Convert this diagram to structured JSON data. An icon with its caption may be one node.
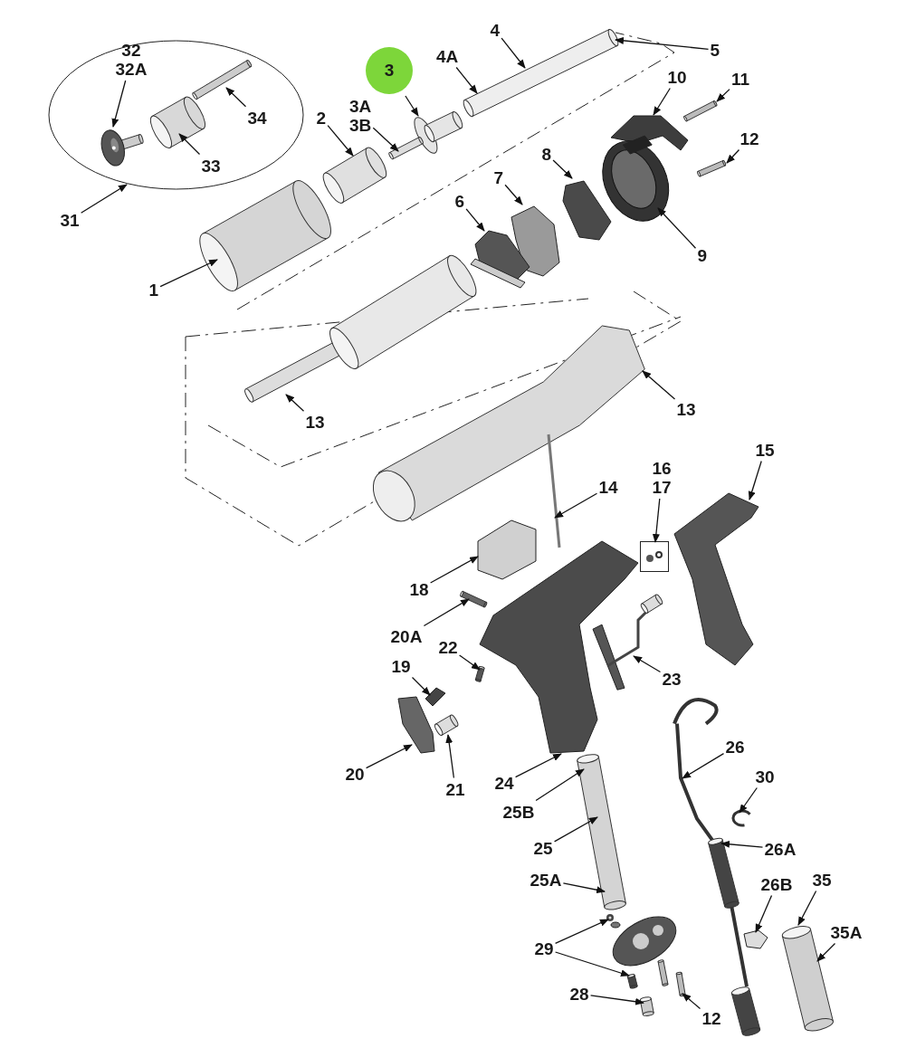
{
  "diagram": {
    "nodes": [
      {
        "text": [],
        "shape": "ellipse"
      },
      {
        "text": [
          "32",
          "32A"
        ],
        "in": 0
      },
      {
        "text": [
          "34"
        ],
        "in": 0
      },
      {
        "text": [
          "33"
        ],
        "in": 0
      },
      {
        "text": [
          "31"
        ]
      },
      {
        "text": [
          "2"
        ]
      },
      {
        "text": [
          "3"
        ]
      },
      {
        "text": [
          "3A",
          "3B"
        ]
      },
      {
        "text": [
          "4A"
        ]
      },
      {
        "text": [
          "4"
        ]
      },
      {
        "text": [
          "5"
        ]
      },
      {
        "text": [
          "10"
        ]
      },
      {
        "text": [
          "11"
        ]
      },
      {
        "text": [
          "12"
        ]
      },
      {
        "text": [
          "8"
        ]
      },
      {
        "text": [
          "7"
        ]
      },
      {
        "text": [
          "6"
        ]
      },
      {
        "text": [
          "9"
        ]
      },
      {
        "text": [
          "1"
        ]
      },
      {
        "text": [
          "13"
        ]
      },
      {
        "text": [
          "13"
        ]
      },
      {
        "text": [
          "14"
        ]
      },
      {
        "text": [
          "16",
          "17"
        ]
      },
      {
        "text": [],
        "shape": "box"
      },
      {
        "text": [
          "15"
        ]
      },
      {
        "text": [
          "18"
        ]
      },
      {
        "text": [
          "20A"
        ]
      },
      {
        "text": [
          "22"
        ]
      },
      {
        "text": [
          "19"
        ]
      },
      {
        "text": [
          "23"
        ]
      },
      {
        "text": [
          "20"
        ]
      },
      {
        "text": [
          "21"
        ]
      },
      {
        "text": [
          "24"
        ]
      },
      {
        "text": [
          "26"
        ]
      },
      {
        "text": [
          "25B"
        ]
      },
      {
        "text": [
          "30"
        ]
      },
      {
        "text": [
          "25"
        ]
      },
      {
        "text": [
          "26A"
        ]
      },
      {
        "text": [
          "25A"
        ]
      },
      {
        "text": [
          "26B"
        ]
      },
      {
        "text": [
          "35"
        ]
      },
      {
        "text": [
          "35A"
        ]
      },
      {
        "text": [
          "29"
        ]
      },
      {
        "text": [
          "28"
        ]
      },
      {
        "text": [
          "12"
        ]
      },
      {
        "text": [],
        "shape": "picture",
        "in": 0
      },
      {
        "text": [],
        "shape": "picture",
        "in": 0
      },
      {
        "text": [],
        "shape": "picture",
        "in": 0
      },
      {
        "text": [],
        "shape": "picture"
      },
      {
        "text": [],
        "shape": "picture"
      },
      {
        "text": [],
        "shape": "picture"
      },
      {
        "text": [],
        "shape": "picture"
      },
      {
        "text": [],
        "shape": "picture"
      },
      {
        "text": [],
        "shape": "picture"
      },
      {
        "text": [],
        "shape": "picture"
      },
      {
        "text": [],
        "shape": "picture"
      },
      {
        "text": [],
        "shape": "picture"
      },
      {
        "text": [],
        "shape": "picture"
      },
      {
        "text": [],
        "shape": "picture"
      },
      {
        "text": [],
        "shape": "picture"
      },
      {
        "text": [],
        "shape": "picture"
      },
      {
        "text": [],
        "shape": "picture"
      },
      {
        "text": [],
        "shape": "picture"
      },
      {
        "text": [],
        "shape": "picture"
      },
      {
        "text": [],
        "shape": "picture"
      },
      {
        "text": [],
        "shape": "picture"
      },
      {
        "text": [],
        "shape": "picture"
      },
      {
        "text": [],
        "shape": "picture"
      },
      {
        "text": [],
        "shape": "picture"
      },
      {
        "text": [],
        "shape": "picture"
      },
      {
        "text": [],
        "shape": "picture"
      },
      {
        "text": [],
        "shape": "picture"
      },
      {
        "text": [],
        "shape": "picture"
      },
      {
        "text": [],
        "shape": "picture"
      },
      {
        "text": [],
        "shape": "picture"
      },
      {
        "text": [],
        "shape": "picture"
      },
      {
        "text": [],
        "shape": "picture"
      },
      {
        "text": [],
        "shape": "picture"
      },
      {
        "text": [],
        "shape": "picture"
      },
      {
        "text": [],
        "shape": "picture"
      },
      {
        "text": [],
        "shape": "picture"
      },
      {
        "text": [],
        "shape": "picture"
      }
    ],
    "edges": [
      {
        "from": 1,
        "to": 45,
        "arrow": "to"
      },
      {
        "from": 2,
        "to": 46,
        "arrow": "to"
      },
      {
        "from": 3,
        "to": 47,
        "arrow": "to"
      },
      {
        "from": 4,
        "to": 0,
        "arrow": "to"
      },
      {
        "from": 5,
        "to": 48,
        "arrow": "to"
      },
      {
        "from": 6,
        "to": 49,
        "arrow": "to"
      },
      {
        "from": 7,
        "to": 50,
        "arrow": "to"
      },
      {
        "from": 8,
        "to": 51,
        "arrow": "to"
      },
      {
        "from": 9,
        "to": 51,
        "arrow": "to"
      },
      {
        "from": 10,
        "to": 51,
        "arrow": "to"
      },
      {
        "from": 11,
        "to": 52,
        "arrow": "to"
      },
      {
        "from": 12,
        "to": 53,
        "arrow": "to"
      },
      {
        "from": 13,
        "to": 54,
        "arrow": "to"
      },
      {
        "from": 14,
        "to": 55,
        "arrow": "to"
      },
      {
        "from": 15,
        "to": 56,
        "arrow": "to"
      },
      {
        "from": 16,
        "to": 57,
        "arrow": "to"
      },
      {
        "from": 17,
        "to": 58,
        "arrow": "to"
      },
      {
        "from": 18,
        "to": 59,
        "arrow": "to"
      },
      {
        "from": 19,
        "to": 60,
        "arrow": "to"
      },
      {
        "from": 20,
        "to": 61,
        "arrow": "to"
      },
      {
        "from": 21,
        "to": 62,
        "arrow": "to"
      },
      {
        "from": 22,
        "to": 23,
        "arrow": "to"
      },
      {
        "from": 24,
        "to": 63,
        "arrow": "to"
      },
      {
        "from": 25,
        "to": 64,
        "arrow": "to"
      },
      {
        "from": 26,
        "to": 65,
        "arrow": "to"
      },
      {
        "from": 27,
        "to": 66,
        "arrow": "to"
      },
      {
        "from": 28,
        "to": 67,
        "arrow": "to"
      },
      {
        "from": 29,
        "to": 68,
        "arrow": "to"
      },
      {
        "from": 30,
        "to": 69,
        "arrow": "to"
      },
      {
        "from": 31,
        "to": 70,
        "arrow": "to"
      },
      {
        "from": 32,
        "to": 71,
        "arrow": "to"
      },
      {
        "from": 33,
        "to": 72,
        "arrow": "to"
      },
      {
        "from": 34,
        "to": 73,
        "arrow": "to"
      },
      {
        "from": 35,
        "to": 74,
        "arrow": "to"
      },
      {
        "from": 36,
        "to": 73,
        "arrow": "to"
      },
      {
        "from": 37,
        "to": 75,
        "arrow": "to"
      },
      {
        "from": 38,
        "to": 73,
        "arrow": "to"
      },
      {
        "from": 39,
        "to": 76,
        "arrow": "to"
      },
      {
        "from": 40,
        "to": 77,
        "arrow": "to"
      },
      {
        "from": 41,
        "to": 77,
        "arrow": "to"
      },
      {
        "from": 42,
        "to": 78,
        "arrow": "to"
      },
      {
        "from": 42,
        "to": 79,
        "arrow": "to"
      },
      {
        "from": 43,
        "to": 80,
        "arrow": "to"
      },
      {
        "from": 44,
        "to": 81,
        "arrow": "to"
      }
    ]
  }
}
